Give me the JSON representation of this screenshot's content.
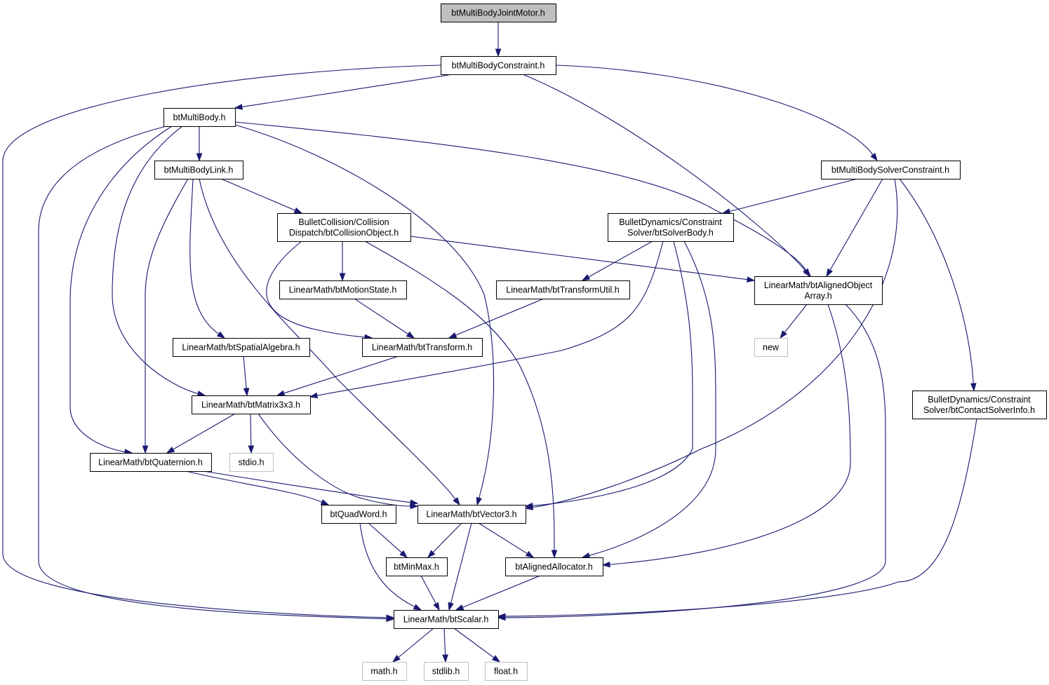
{
  "graph": {
    "nodes": [
      {
        "id": "root",
        "lines": [
          "btMultiBodyJointMotor.h"
        ],
        "kind": "root"
      },
      {
        "id": "constraint",
        "lines": [
          "btMultiBodyConstraint.h"
        ]
      },
      {
        "id": "multibody",
        "lines": [
          "btMultiBody.h"
        ]
      },
      {
        "id": "solverconstraint",
        "lines": [
          "btMultiBodySolverConstraint.h"
        ]
      },
      {
        "id": "link",
        "lines": [
          "btMultiBodyLink.h"
        ]
      },
      {
        "id": "collisionobject",
        "lines": [
          "BulletCollision/Collision",
          "Dispatch/btCollisionObject.h"
        ]
      },
      {
        "id": "solverbody",
        "lines": [
          "BulletDynamics/Constraint",
          "Solver/btSolverBody.h"
        ]
      },
      {
        "id": "alignedarray",
        "lines": [
          "LinearMath/btAlignedObject",
          "Array.h"
        ]
      },
      {
        "id": "motionstate",
        "lines": [
          "LinearMath/btMotionState.h"
        ]
      },
      {
        "id": "transformutil",
        "lines": [
          "LinearMath/btTransformUtil.h"
        ]
      },
      {
        "id": "new",
        "lines": [
          "new"
        ],
        "kind": "sys"
      },
      {
        "id": "spatial",
        "lines": [
          "LinearMath/btSpatialAlgebra.h"
        ]
      },
      {
        "id": "transform",
        "lines": [
          "LinearMath/btTransform.h"
        ]
      },
      {
        "id": "contactsolver",
        "lines": [
          "BulletDynamics/Constraint",
          "Solver/btContactSolverInfo.h"
        ]
      },
      {
        "id": "matrix",
        "lines": [
          "LinearMath/btMatrix3x3.h"
        ]
      },
      {
        "id": "stdio",
        "lines": [
          "stdio.h"
        ],
        "kind": "sys"
      },
      {
        "id": "quaternion",
        "lines": [
          "LinearMath/btQuaternion.h"
        ]
      },
      {
        "id": "quadword",
        "lines": [
          "btQuadWord.h"
        ]
      },
      {
        "id": "vector3",
        "lines": [
          "LinearMath/btVector3.h"
        ]
      },
      {
        "id": "minmax",
        "lines": [
          "btMinMax.h"
        ]
      },
      {
        "id": "allocator",
        "lines": [
          "btAlignedAllocator.h"
        ]
      },
      {
        "id": "scalar",
        "lines": [
          "LinearMath/btScalar.h"
        ]
      },
      {
        "id": "math",
        "lines": [
          "math.h"
        ],
        "kind": "sys"
      },
      {
        "id": "stdlib",
        "lines": [
          "stdlib.h"
        ],
        "kind": "sys"
      },
      {
        "id": "float",
        "lines": [
          "float.h"
        ],
        "kind": "sys"
      }
    ],
    "edges": [
      [
        "root",
        "constraint"
      ],
      [
        "constraint",
        "multibody"
      ],
      [
        "constraint",
        "scalar"
      ],
      [
        "constraint",
        "alignedarray"
      ],
      [
        "constraint",
        "solverconstraint"
      ],
      [
        "multibody",
        "link"
      ],
      [
        "multibody",
        "scalar"
      ],
      [
        "multibody",
        "quaternion"
      ],
      [
        "multibody",
        "matrix"
      ],
      [
        "multibody",
        "vector3"
      ],
      [
        "multibody",
        "alignedarray"
      ],
      [
        "link",
        "collisionobject"
      ],
      [
        "link",
        "quaternion"
      ],
      [
        "link",
        "spatial"
      ],
      [
        "link",
        "vector3"
      ],
      [
        "collisionobject",
        "motionstate"
      ],
      [
        "collisionobject",
        "transform"
      ],
      [
        "collisionobject",
        "allocator"
      ],
      [
        "collisionobject",
        "alignedarray"
      ],
      [
        "solverconstraint",
        "solverbody"
      ],
      [
        "solverconstraint",
        "alignedarray"
      ],
      [
        "solverconstraint",
        "vector3"
      ],
      [
        "solverconstraint",
        "contactsolver"
      ],
      [
        "solverbody",
        "transformutil"
      ],
      [
        "solverbody",
        "matrix"
      ],
      [
        "solverbody",
        "vector3"
      ],
      [
        "solverbody",
        "allocator"
      ],
      [
        "alignedarray",
        "new"
      ],
      [
        "alignedarray",
        "allocator"
      ],
      [
        "alignedarray",
        "scalar"
      ],
      [
        "motionstate",
        "transform"
      ],
      [
        "transformutil",
        "transform"
      ],
      [
        "spatial",
        "matrix"
      ],
      [
        "transform",
        "matrix"
      ],
      [
        "contactsolver",
        "scalar"
      ],
      [
        "matrix",
        "quaternion"
      ],
      [
        "matrix",
        "stdio"
      ],
      [
        "matrix",
        "vector3"
      ],
      [
        "quaternion",
        "quadword"
      ],
      [
        "quaternion",
        "vector3"
      ],
      [
        "quadword",
        "minmax"
      ],
      [
        "quadword",
        "scalar"
      ],
      [
        "vector3",
        "minmax"
      ],
      [
        "vector3",
        "allocator"
      ],
      [
        "vector3",
        "scalar"
      ],
      [
        "minmax",
        "scalar"
      ],
      [
        "allocator",
        "scalar"
      ],
      [
        "scalar",
        "math"
      ],
      [
        "scalar",
        "stdlib"
      ],
      [
        "scalar",
        "float"
      ]
    ]
  }
}
